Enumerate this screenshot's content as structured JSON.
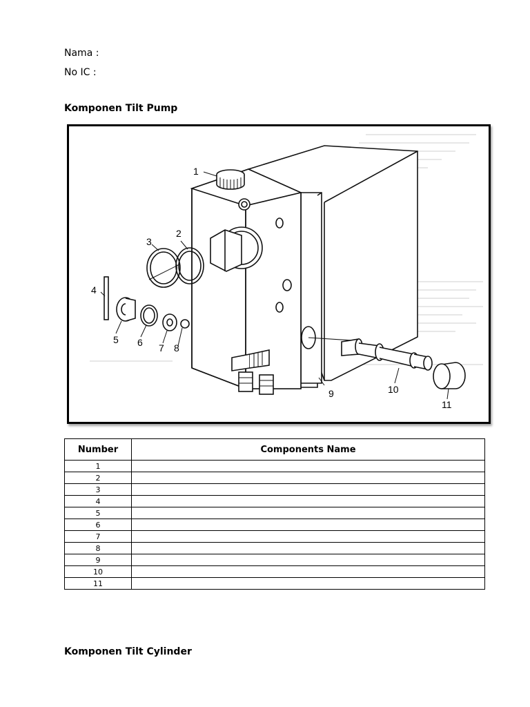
{
  "header": {
    "name_label": "Nama :",
    "ic_label": "No IC  :"
  },
  "section1": {
    "title": "Komponen Tilt Pump"
  },
  "diagram": {
    "callouts": [
      "1",
      "2",
      "3",
      "4",
      "5",
      "6",
      "7",
      "8",
      "9",
      "10",
      "11"
    ]
  },
  "table": {
    "headers": [
      "Number",
      "Components Name"
    ],
    "rows": [
      {
        "number": "1",
        "name": ""
      },
      {
        "number": "2",
        "name": ""
      },
      {
        "number": "3",
        "name": ""
      },
      {
        "number": "4",
        "name": ""
      },
      {
        "number": "5",
        "name": ""
      },
      {
        "number": "6",
        "name": ""
      },
      {
        "number": "7",
        "name": ""
      },
      {
        "number": "8",
        "name": ""
      },
      {
        "number": "9",
        "name": ""
      },
      {
        "number": "10",
        "name": ""
      },
      {
        "number": "11",
        "name": ""
      }
    ]
  },
  "section2": {
    "title": "Komponen Tilt Cylinder"
  }
}
